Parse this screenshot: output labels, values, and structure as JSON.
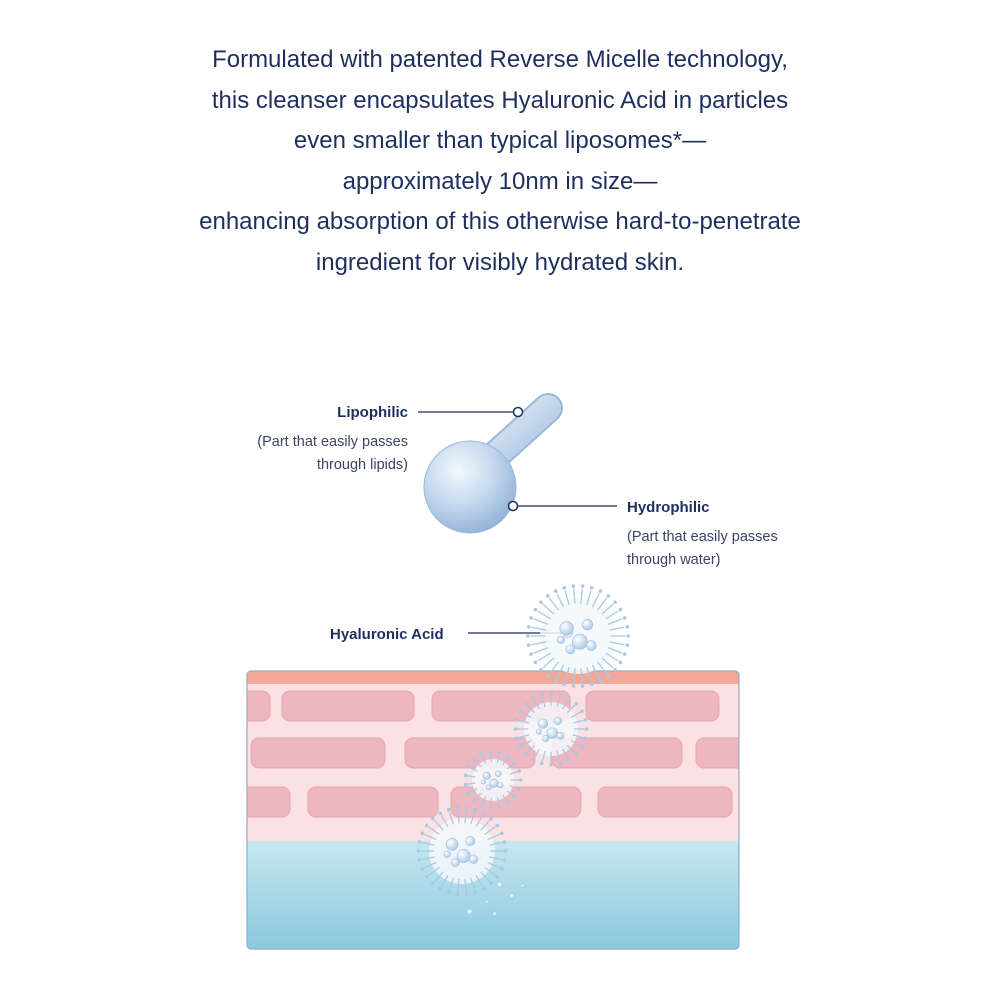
{
  "intro": {
    "lines": [
      "Formulated with patented Reverse Micelle technology,",
      "this cleanser encapsulates Hyaluronic Acid in particles",
      "even smaller than typical liposomes*—",
      "approximately 10nm in size—",
      "enhancing absorption of this otherwise hard-to-penetrate",
      "ingredient for visibly hydrated skin."
    ]
  },
  "molecule": {
    "lipophilic": {
      "label": "Lipophilic",
      "note_lines": [
        "(Part that easily passes",
        "through lipids)"
      ]
    },
    "hydrophilic": {
      "label": "Hydrophilic",
      "note_lines": [
        "(Part that easily passes",
        "through water)"
      ]
    }
  },
  "ingredient": {
    "label": "Hyaluronic Acid"
  },
  "colors": {
    "text": "#1e2f5e",
    "skin_top": "#f2a898",
    "skin_cell": "#eeb7bf",
    "skin_layer": "#fbe1e3",
    "water_top": "#c3e6ee",
    "water_bottom": "#8fcbe0",
    "particle": "#a9c8e6"
  }
}
